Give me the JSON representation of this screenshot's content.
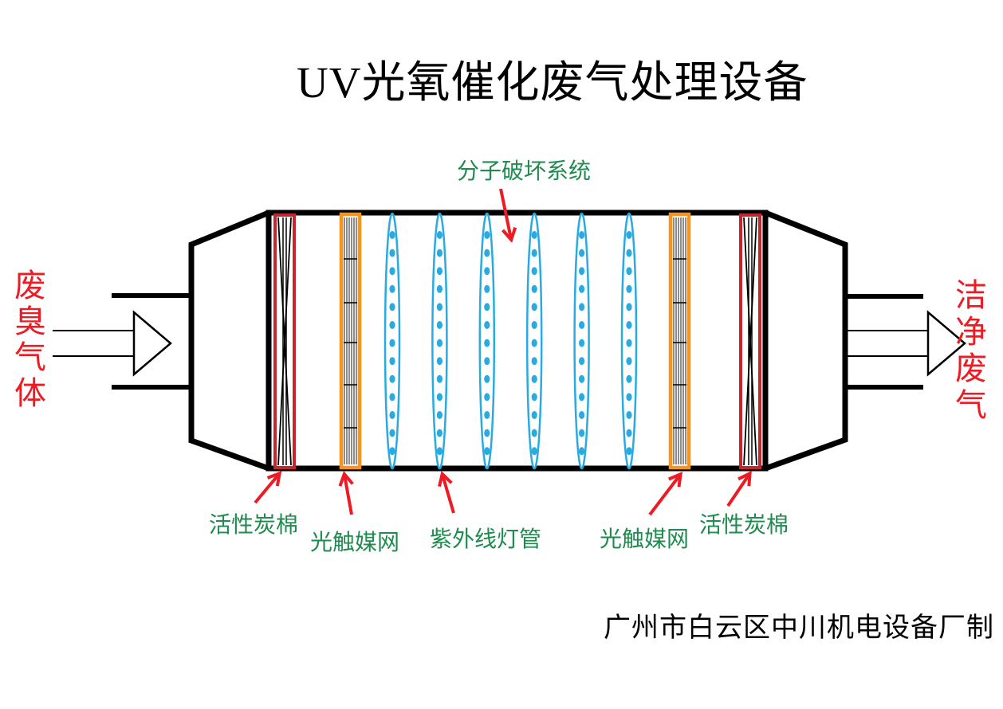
{
  "title": "UV光氧催化废气处理设备",
  "footer": "广州市白云区中川机电设备厂制",
  "flow": {
    "inlet_label": "废臭气体",
    "outlet_label": "洁净废气"
  },
  "annotations": {
    "molecule_system": "分子破坏系统",
    "carbon_left": "活性炭棉",
    "photocatalyst_left": "光触媒网",
    "uv_lamps": "紫外线灯管",
    "photocatalyst_right": "光触媒网",
    "carbon_right": "活性炭棉"
  },
  "components": {
    "uv_lamp_count": 6,
    "lamp_dots_per_tube": 13,
    "carbon_panel_count": 2,
    "photocatalyst_panel_count": 2
  },
  "colors": {
    "text_red": "#ED1C24",
    "panel_red": "#C1272D",
    "photocatalyst_orange": "#F7941D",
    "lamp_blue": "#29ABE2",
    "label_green": "#1F8B4F",
    "line_black": "#000000",
    "background": "#FFFFFF"
  }
}
